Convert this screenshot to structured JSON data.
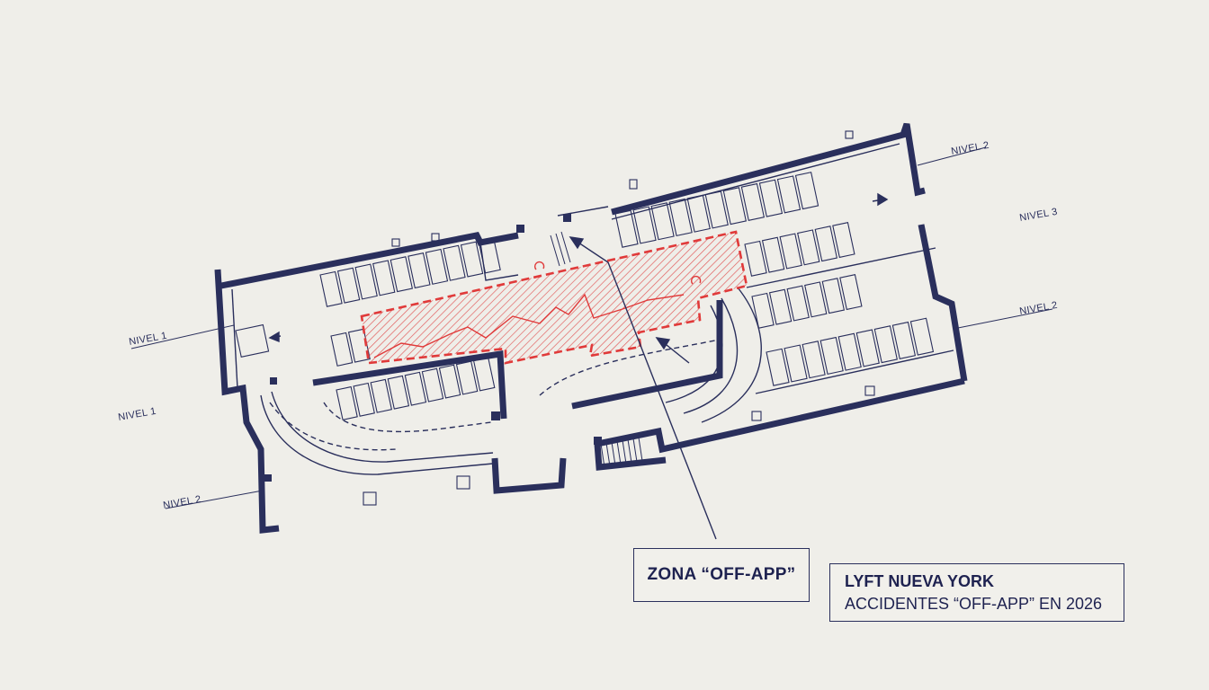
{
  "level_labels": {
    "left_upper": "NIVEL 1",
    "left_middle": "NIVEL 1",
    "left_lower": "NIVEL 2",
    "right_upper": "NIVEL 2",
    "right_middle": "NIVEL 3",
    "right_lower": "NIVEL 2"
  },
  "callout": {
    "zone_label": "ZONA “OFF-APP”"
  },
  "caption": {
    "title": "LYFT NUEVA YORK",
    "subtitle": "ACCIDENTES “OFF-APP” EN 2026"
  },
  "colors": {
    "ink": "#2a2f5c",
    "paper": "#efeee9",
    "highlight": "#e03a3a"
  }
}
